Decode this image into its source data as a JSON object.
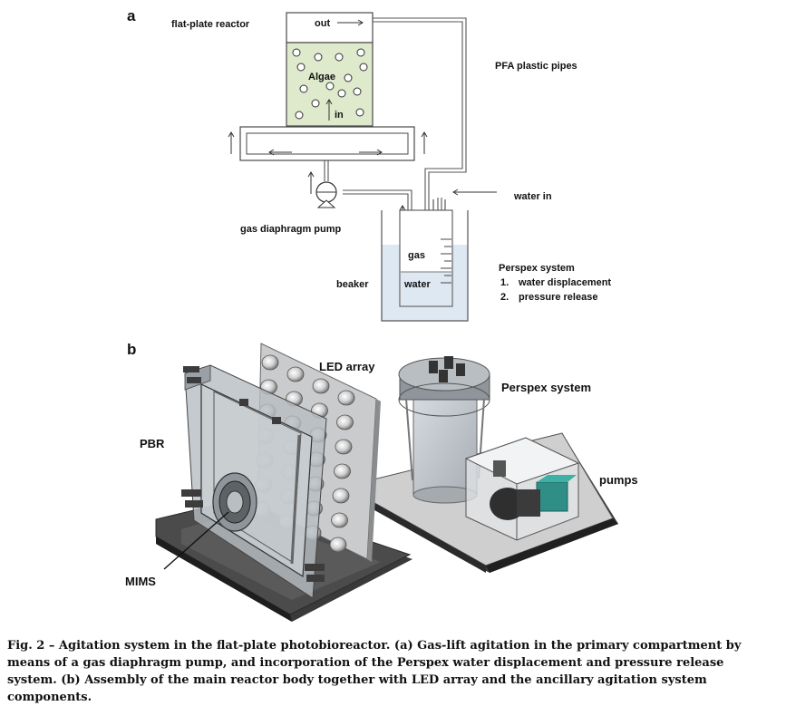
{
  "panel_a": {
    "letter": "a",
    "reactor_label": "flat-plate reactor",
    "out_label": "out",
    "algae_label": "Algae",
    "in_label": "in",
    "pipes_label": "PFA plastic pipes",
    "water_in_label": "water in",
    "pump_label": "gas diaphragm pump",
    "gas_label": "gas",
    "water_label": "water",
    "beaker_label": "beaker",
    "perspex_title": "Perspex system",
    "perspex_items": [
      {
        "num": "1.",
        "text": "water displacement"
      },
      {
        "num": "2.",
        "text": "pressure release"
      }
    ]
  },
  "panel_b": {
    "letter": "b",
    "led_label": "LED array",
    "perspex_label": "Perspex system",
    "pbr_label": "PBR",
    "pumps_label": "pumps",
    "mims_label": "MIMS"
  },
  "caption": {
    "fig_label": "Fig. 2 –",
    "text": "Agitation system in the flat-plate photobioreactor. (a) Gas-lift agitation in the primary compartment by means of a gas diaphragm pump, and incorporation of the Perspex water displacement and pressure release system. (b) Assembly of the main reactor body together with LED array and the ancillary agitation system components."
  },
  "colors": {
    "algae_fill": "#dfe9cc",
    "water_fill": "#dde8f3",
    "stroke": "#4a4a4a",
    "base_dark": "#2c2c2c"
  }
}
